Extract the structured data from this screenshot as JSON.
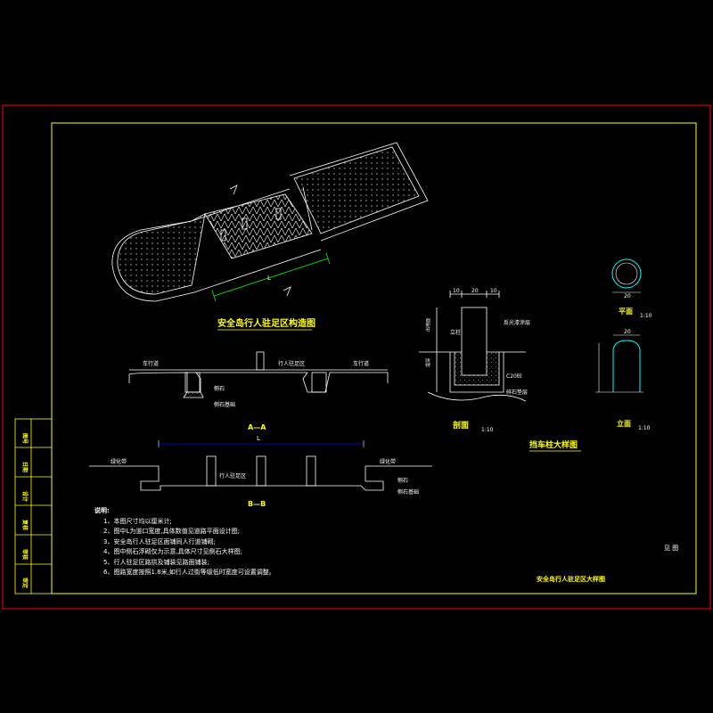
{
  "drawing": {
    "perspective_title": "安全岛行人驻足区构造图",
    "section_bb_title": "B—B",
    "section_aa_title": "A—A",
    "bollard_title": "挡车柱大样图",
    "sheet_title": "安全岛行人驻足区大样图",
    "page_label": "见 图",
    "dimension_L": "L"
  },
  "labels": {
    "bb_left": "车行道",
    "bb_right": "车行道",
    "bb_mid": "行人驻足区",
    "bb_kerb": "侧石",
    "bb_base": "侧石基础",
    "aa_left": "绿化带",
    "aa_right": "绿化带",
    "aa_mid": "行人驻足区",
    "aa_kerb": "侧石",
    "aa_base": "侧石基础"
  },
  "bollard": {
    "section_label": "剖面",
    "section_scale": "1:10",
    "plan_label": "平面",
    "plan_scale": "1:10",
    "elev_label": "立面",
    "elev_scale": "1:10",
    "dims_top": [
      "10",
      "20",
      "10"
    ],
    "dim_plan": "20",
    "dim_elev": "20",
    "note_fill": "C20砼",
    "note_paint": "反光漆涂层",
    "note_base": "碎石垫层",
    "note_post": "立柱",
    "side_label": "出地面",
    "side_label_b": "埋深"
  },
  "notes": {
    "heading": "说明:",
    "items": [
      "1、本图尺寸均以厘米计;",
      "2、图中L为道口宽度,具体数值见道路平面设计图;",
      "3、安全岛行人驻足区面铺同人行道铺砌;",
      "4、图中侧石浮砌仅为示意,具体尺寸见侧石大样图;",
      "5、行人驻足区路拱及铺装见路面铺装;",
      "6、图路宽度按照1.8米,如行人过街等级低时宽度可设置调整。"
    ]
  },
  "title_block": [
    "图号",
    "日期",
    "设计",
    "复核",
    "审核",
    "审定"
  ],
  "colors": {
    "background": "#000000",
    "frame": "#ff0000",
    "border": "#ffff00",
    "lines": "#ffffff",
    "dimension": "#00ff00",
    "text": "#ffff00",
    "accent": "#0000ff"
  }
}
